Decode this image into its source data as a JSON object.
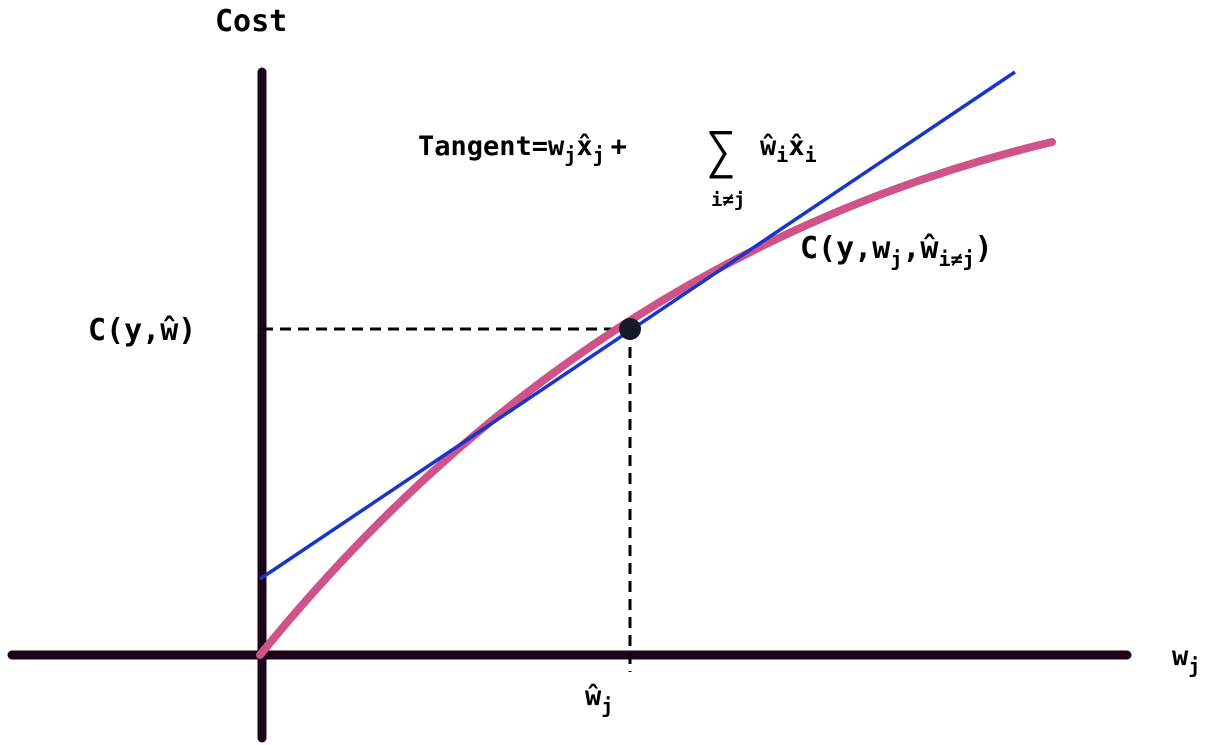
{
  "labels": {
    "y_axis": "Cost",
    "x_axis": "w",
    "x_axis_sub": "j",
    "y_point": "C(y,ŵ)",
    "x_point": "ŵ",
    "x_point_sub": "j",
    "curve": {
      "main": "C(y,w",
      "sub1": "j",
      "mid": ",ŵ",
      "sub2": "i≠j",
      "end": ")"
    },
    "tangent": {
      "prefix": "Tangent=w",
      "sub1": "j",
      "x1": "x̂",
      "sub2": "j",
      "plus": "+",
      "sum_symbol": "∑",
      "sum_index": "i≠j",
      "w2": "ŵ",
      "sub3": "i",
      "x2": "x̂",
      "sub4": "i"
    }
  },
  "colors": {
    "axes": "#1a0618",
    "curve": "#cf5388",
    "tangent": "#1a36c8",
    "guides": "#000000",
    "point": "#151829"
  }
}
